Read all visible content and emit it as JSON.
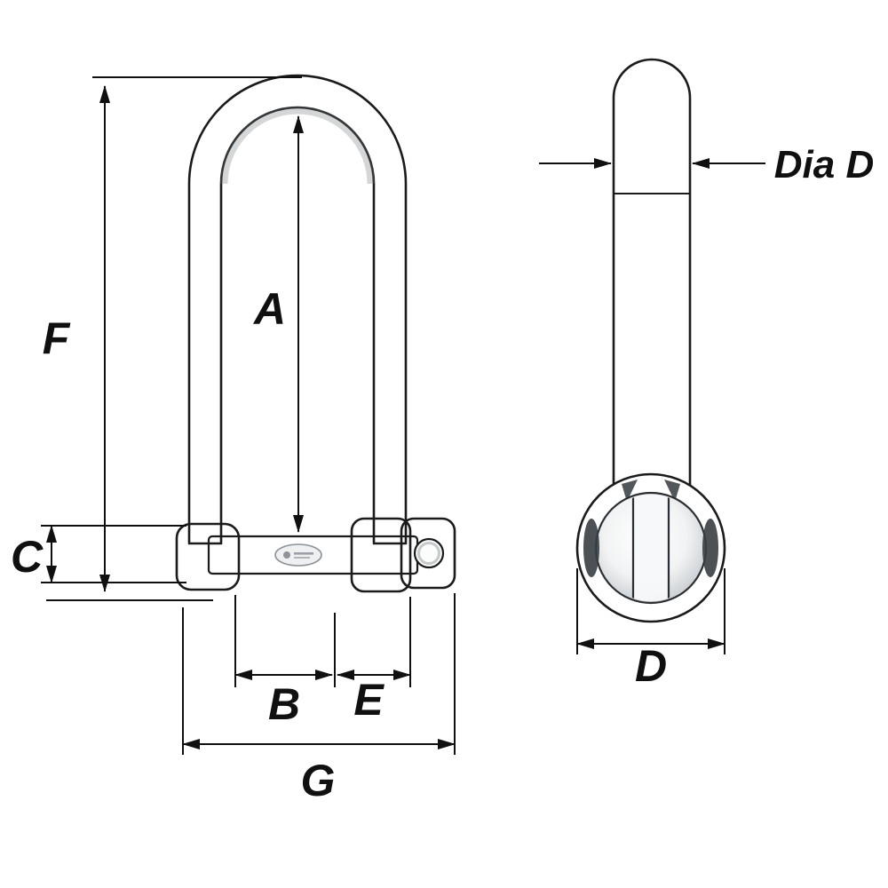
{
  "diagram": {
    "front_view": {
      "F": "F",
      "A": "A",
      "C": "C",
      "B": "B",
      "E": "E",
      "G": "G"
    },
    "side_view": {
      "dia_label": "Dia D",
      "D": "D"
    },
    "colors": {
      "outline": "#1b1b1b",
      "dimension": "#101010",
      "metal_light": "#f6f7f8",
      "metal_mid": "#c9cdd1",
      "metal_dark": "#8d9296",
      "background": "#ffffff"
    }
  }
}
